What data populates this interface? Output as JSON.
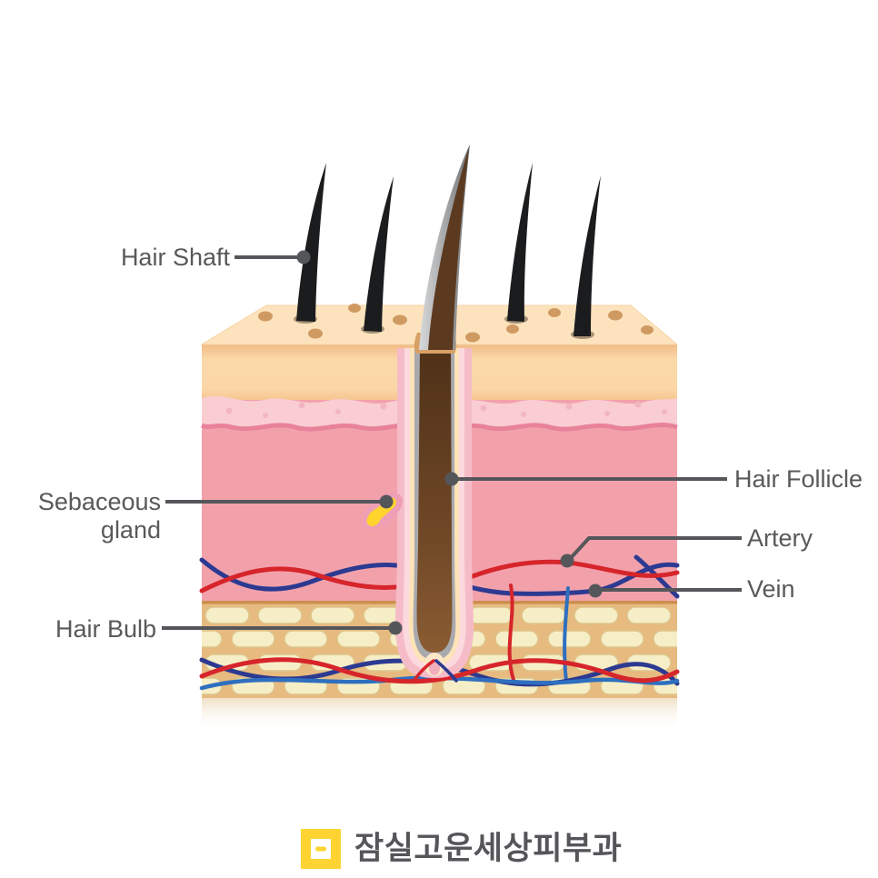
{
  "labels": {
    "hair_shaft": "Hair Shaft",
    "sebaceous_gland_line1": "Sebaceous",
    "sebaceous_gland_line2": "gland",
    "hair_bulb": "Hair Bulb",
    "hair_follicle": "Hair Follicle",
    "artery": "Artery",
    "vein": "Vein"
  },
  "footer": {
    "clinic_name": "잠실고운세상피부과",
    "logo_icon": "yellow-square-dash-icon"
  },
  "colors": {
    "label_text": "#58595b",
    "leader_line": "#55565a",
    "top_face": "#fde3bd",
    "epidermis": "#fbd7a7",
    "papillary_layer": "#f9cdd2",
    "papillary_border": "#e8829b",
    "dermis": "#f2a1ab",
    "hypodermis": "#e7ba80",
    "fat_lobule": "#f6eec6",
    "artery_red": "#d6252b",
    "vein_navy": "#2c3a91",
    "vein_blue": "#2f6fbf",
    "hair_black": "#1b1c1e",
    "hair_brown": "#6b4423",
    "follicle_pink": "#f5bcc8",
    "sebaceous_yellow": "#ffd42d",
    "logo_yellow": "#fdd431"
  }
}
